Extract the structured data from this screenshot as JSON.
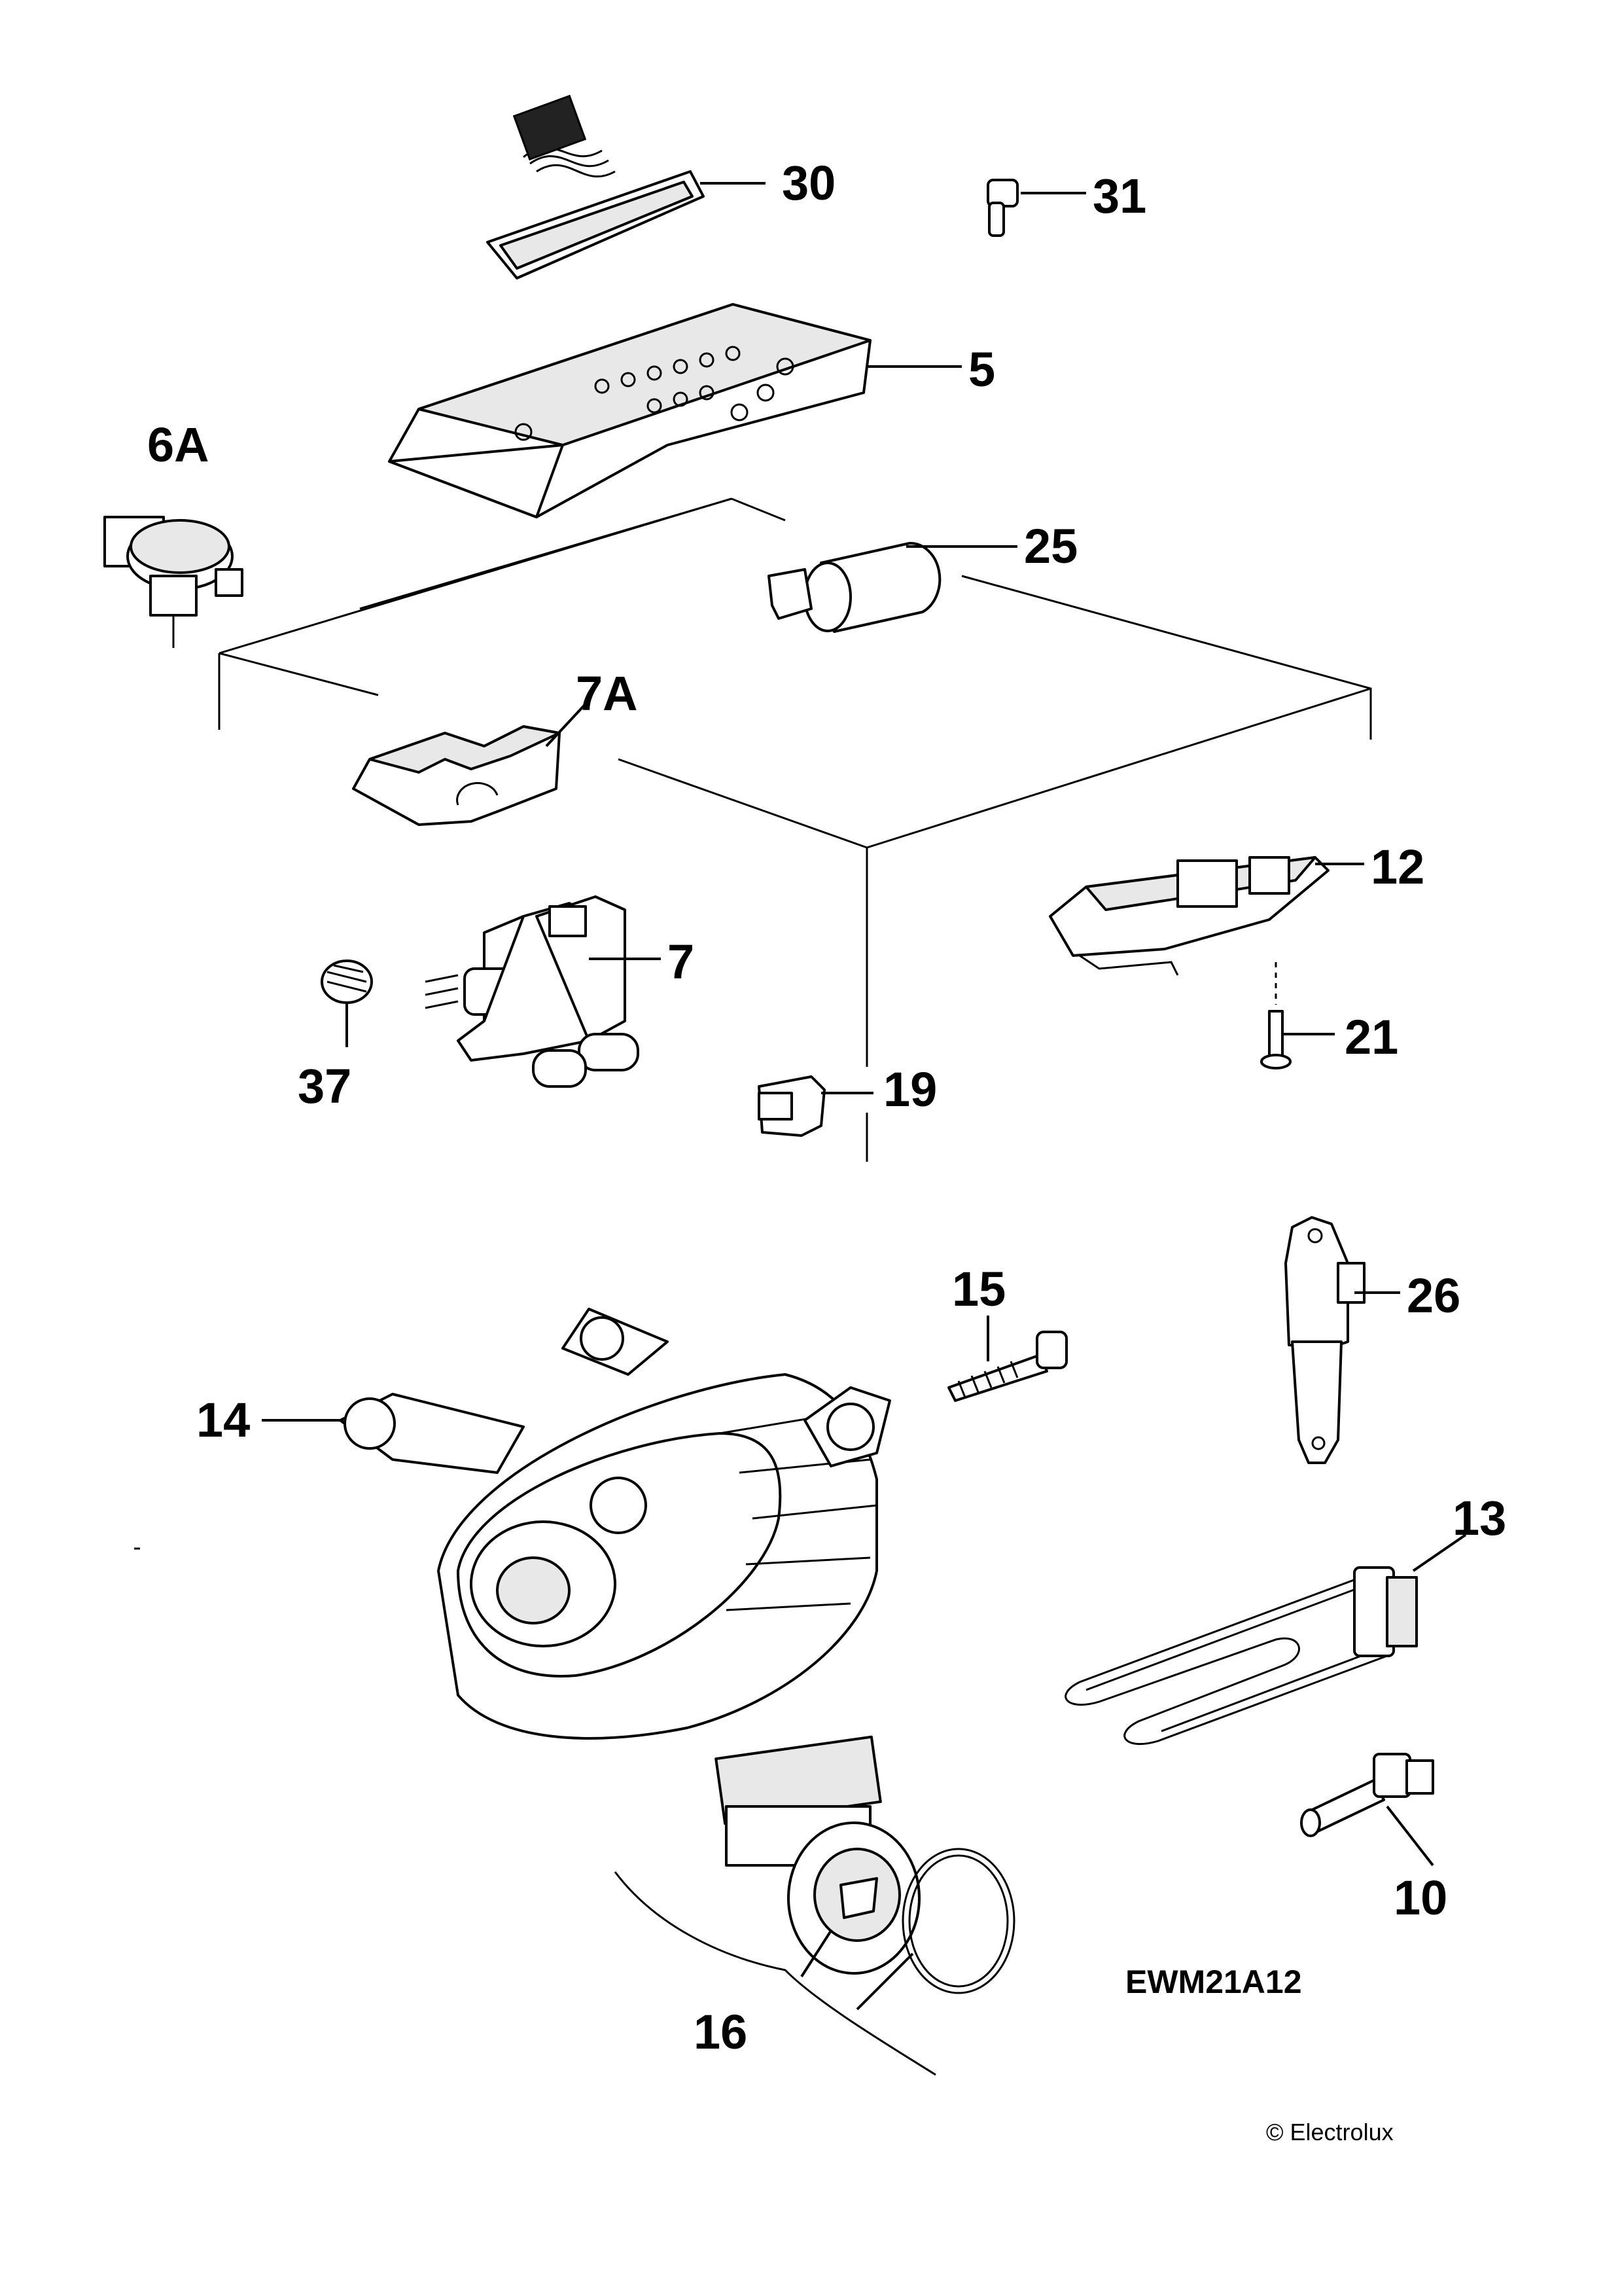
{
  "diagram": {
    "model_code": "EWM21A12",
    "copyright": "© Electrolux",
    "callouts": {
      "p30": "30",
      "p31": "31",
      "p5": "5",
      "p6a": "6A",
      "p25": "25",
      "p7a": "7A",
      "p7": "7",
      "p12": "12",
      "p21": "21",
      "p37": "37",
      "p19": "19",
      "p15": "15",
      "p26": "26",
      "p14": "14",
      "p13": "13",
      "p10": "10",
      "p16": "16"
    }
  }
}
